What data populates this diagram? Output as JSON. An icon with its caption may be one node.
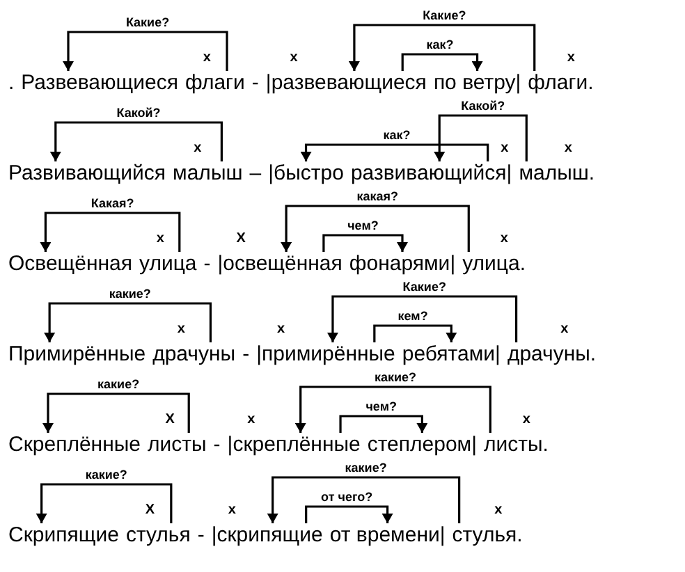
{
  "diagram": {
    "nodes": [
      {
        "text": [
          "Развевающиеся"
        ]
      },
      {
        "text": [
          "флаги"
        ]
      },
      {
        "text": [
          "|развевающиеся"
        ]
      },
      {
        "text": [
          "по ветру|"
        ]
      },
      {
        "text": [
          "флаги."
        ]
      },
      {
        "text": [
          "Развивающийся"
        ]
      },
      {
        "text": [
          "малыш"
        ]
      },
      {
        "text": [
          "|быстро"
        ]
      },
      {
        "text": [
          "развивающийся|"
        ]
      },
      {
        "text": [
          "малыш."
        ]
      },
      {
        "text": [
          "Освещённая"
        ]
      },
      {
        "text": [
          "улица"
        ]
      },
      {
        "text": [
          "|освещённая"
        ]
      },
      {
        "text": [
          "фонарями|"
        ]
      },
      {
        "text": [
          "улица."
        ]
      },
      {
        "text": [
          "Примирённые"
        ]
      },
      {
        "text": [
          "драчуны"
        ]
      },
      {
        "text": [
          "|примирённые"
        ]
      },
      {
        "text": [
          "ребятами|"
        ]
      },
      {
        "text": [
          "драчуны."
        ]
      },
      {
        "text": [
          "Скреплённые"
        ]
      },
      {
        "text": [
          "листы"
        ]
      },
      {
        "text": [
          "|скреплённые"
        ]
      },
      {
        "text": [
          "степлером|"
        ]
      },
      {
        "text": [
          "листы."
        ]
      },
      {
        "text": [
          "Скрипящие"
        ]
      },
      {
        "text": [
          "стулья"
        ]
      },
      {
        "text": [
          "|скрипящие"
        ]
      },
      {
        "text": [
          "от времени|"
        ]
      },
      {
        "text": [
          "стулья."
        ]
      }
    ],
    "edges": [
      {
        "from": 1,
        "to": 0,
        "arrow": "to",
        "label": "Какие?"
      },
      {
        "from": 2,
        "to": 3,
        "arrow": "to",
        "label": "как?"
      },
      {
        "from": 4,
        "to": 2,
        "arrow": "to",
        "label": "Какие?"
      },
      {
        "from": 6,
        "to": 5,
        "arrow": "to",
        "label": "Какой?"
      },
      {
        "from": 8,
        "to": 7,
        "arrow": "to",
        "label": "как?"
      },
      {
        "from": 9,
        "to": 8,
        "arrow": "to",
        "label": "Какой?"
      },
      {
        "from": 11,
        "to": 10,
        "arrow": "to",
        "label": "Какая?"
      },
      {
        "from": 12,
        "to": 13,
        "arrow": "to",
        "label": "чем?"
      },
      {
        "from": 14,
        "to": 12,
        "arrow": "to",
        "label": "какая?"
      },
      {
        "from": 16,
        "to": 15,
        "arrow": "to",
        "label": "какие?"
      },
      {
        "from": 17,
        "to": 18,
        "arrow": "to",
        "label": "кем?"
      },
      {
        "from": 19,
        "to": 17,
        "arrow": "to",
        "label": "Какие?"
      },
      {
        "from": 21,
        "to": 20,
        "arrow": "to",
        "label": "какие?"
      },
      {
        "from": 22,
        "to": 23,
        "arrow": "to",
        "label": "чем?"
      },
      {
        "from": 24,
        "to": 22,
        "arrow": "to",
        "label": "какие?"
      },
      {
        "from": 26,
        "to": 25,
        "arrow": "to",
        "label": "какие?"
      },
      {
        "from": 27,
        "to": 28,
        "arrow": "to",
        "label": "от чего?"
      },
      {
        "from": 29,
        "to": 27,
        "arrow": "to",
        "label": "какие?"
      }
    ],
    "labels": [
      "x",
      "x",
      "x",
      ".",
      "-",
      "x",
      "x",
      "x",
      "–",
      "x",
      "X",
      "x",
      "-",
      "x",
      "x",
      "x",
      "-",
      "X",
      "x",
      "x",
      "-",
      "X",
      "x",
      "x",
      "-"
    ]
  }
}
